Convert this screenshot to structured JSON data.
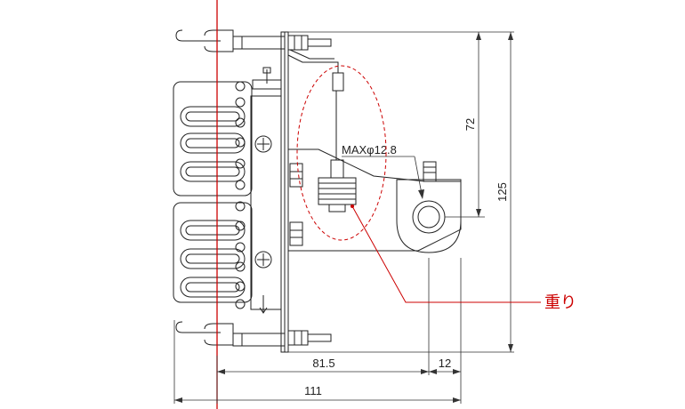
{
  "colors": {
    "line": "#222222",
    "accent": "#cc0000",
    "background": "#ffffff"
  },
  "dimensions": {
    "height_72": "72",
    "height_125": "125",
    "width_81_5": "81.5",
    "width_12": "12",
    "width_111": "111"
  },
  "annotations": {
    "max_diameter": "MAXφ12.8",
    "callout_label": "重り"
  }
}
